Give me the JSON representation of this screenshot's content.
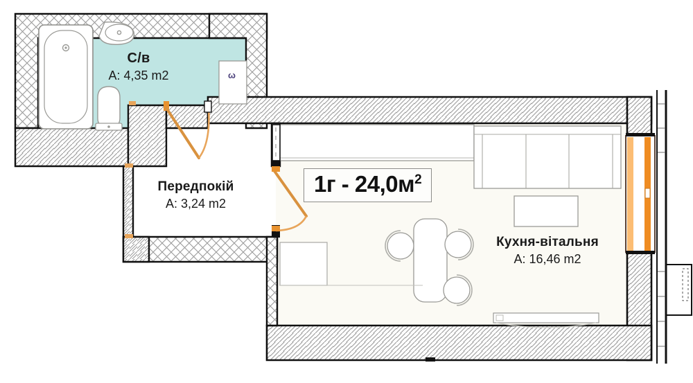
{
  "plan": {
    "title": "1г - 24,0м",
    "title_sup": "2",
    "unit_code": "1г",
    "total_area": "24,0м²",
    "rooms": [
      {
        "key": "bathroom",
        "name": "С/в",
        "area_label": "A: 4,35 m2",
        "area_value": 4.35,
        "fill": "#bfe5e3"
      },
      {
        "key": "hallway",
        "name": "Передпокій",
        "area_label": "A: 3,24 m2",
        "area_value": 3.24,
        "fill": "#ffffff"
      },
      {
        "key": "kitchen_living",
        "name": "Кухня-вітальня",
        "area_label": "A: 16,46 m2",
        "area_value": 16.46,
        "fill": "#fbfaf4"
      }
    ],
    "marker_omega": "ω",
    "colors": {
      "wall_outline": "#111111",
      "hatch_line": "#9b9b9b",
      "room_water": "#bfe5e3",
      "room_warm": "#fbfaf4",
      "door_swing": "#e8922f",
      "window_frame": "#f09a3c",
      "furniture_line": "#9a9a96",
      "label_text": "#1a1a1a"
    },
    "fixtures": [
      {
        "name": "bathtub",
        "room": "bathroom"
      },
      {
        "name": "washbasin",
        "room": "bathroom"
      },
      {
        "name": "toilet",
        "room": "bathroom"
      },
      {
        "name": "sofa",
        "room": "kitchen_living"
      },
      {
        "name": "coffee-table",
        "room": "kitchen_living"
      },
      {
        "name": "dining-table",
        "room": "kitchen_living"
      },
      {
        "name": "dining-chair",
        "room": "kitchen_living"
      },
      {
        "name": "kitchen-counter",
        "room": "kitchen_living"
      },
      {
        "name": "tv-console",
        "room": "kitchen_living"
      },
      {
        "name": "balcony-door",
        "room": "kitchen_living"
      }
    ],
    "doors": [
      {
        "name": "bathroom-door",
        "type": "swing"
      },
      {
        "name": "hallway-kitchen-door",
        "type": "swing"
      }
    ]
  }
}
